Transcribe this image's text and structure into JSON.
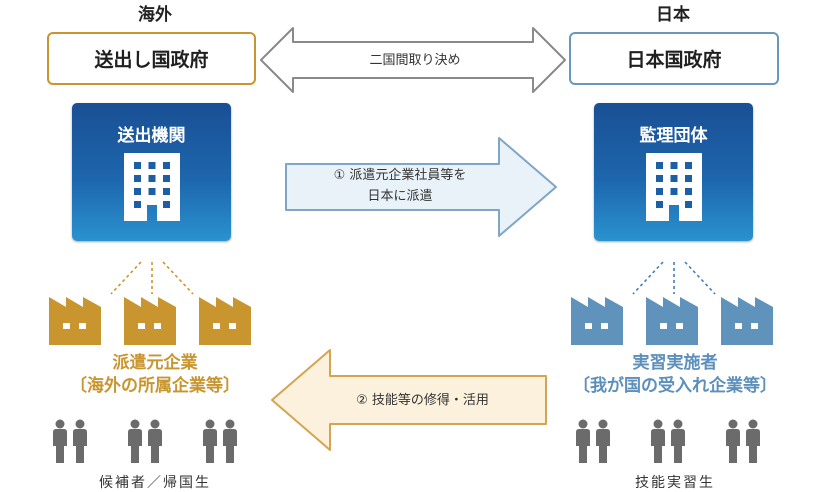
{
  "regions": {
    "left": {
      "title": "海外"
    },
    "right": {
      "title": "日本"
    }
  },
  "government": {
    "left": {
      "label": "送出し国政府"
    },
    "right": {
      "label": "日本国政府"
    },
    "agreement_arrow": {
      "label": "二国間取り決め",
      "direction": "bidirectional"
    }
  },
  "organizations": {
    "left": {
      "label": "送出機関",
      "icon": "office-building-icon"
    },
    "right": {
      "label": "監理団体",
      "icon": "office-building-icon"
    }
  },
  "flows": {
    "dispatch": {
      "line1": "① 派遣元企業社員等を",
      "line2": "日本に派遣",
      "direction": "right"
    },
    "return": {
      "label": "② 技能等の修得・活用",
      "direction": "left"
    }
  },
  "companies": {
    "left": {
      "line1": "派遣元企業",
      "line2": "〔海外の所属企業等〕",
      "icon": "factory-icon",
      "count": 3
    },
    "right": {
      "line1": "実習実施者",
      "line2": "〔我が国の受入れ企業等〕",
      "icon": "factory-icon",
      "count": 3
    }
  },
  "people": {
    "left": {
      "label": "候補者／帰国生",
      "icon": "people-pair-icon",
      "count": 3
    },
    "right": {
      "label": "技能実習生",
      "icon": "people-pair-icon",
      "count": 3
    }
  },
  "colors": {
    "overseas_accent": "#c8952e",
    "japan_accent": "#5d8fbb",
    "org_blue_top": "#1a4f94",
    "org_blue_bottom": "#2a92cf",
    "dispatch_arrow_fill": "#eaf2f9",
    "dispatch_arrow_stroke": "#7fa6c6",
    "return_arrow_fill": "#fbf1dc",
    "return_arrow_stroke": "#d3a451",
    "people_gray": "#6b6b6b"
  }
}
